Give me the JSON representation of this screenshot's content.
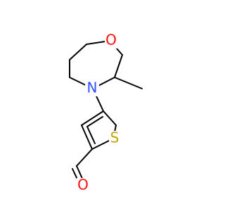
{
  "molecule": {
    "atoms": {
      "oxygen_ring": {
        "symbol": "O",
        "color": "#ff0d0d"
      },
      "nitrogen": {
        "symbol": "N",
        "color": "#3050f8"
      },
      "sulfur": {
        "symbol": "S",
        "color": "#c6a400"
      },
      "oxygen_aldehyde": {
        "symbol": "O",
        "color": "#ff0d0d"
      }
    },
    "bond_color": "#000000"
  }
}
